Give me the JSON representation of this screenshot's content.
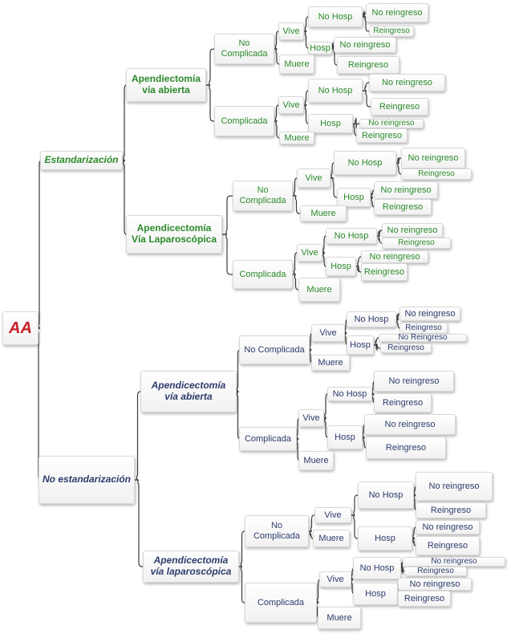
{
  "colors": {
    "green": "#2b8a2b",
    "navy": "#2e3b6b",
    "root": "#c8202a",
    "line": "#3a3a3a"
  },
  "tree": {
    "label": "AA",
    "children": [
      {
        "label": "Estandarización",
        "color": "green",
        "children": [
          {
            "label": "Apendiectomía\nvía abierta",
            "children": [
              {
                "label": "No\nComplicada",
                "children": [
                  {
                    "label": "Vive",
                    "children": [
                      {
                        "label": "No Hosp",
                        "children": [
                          {
                            "label": "No reingreso"
                          },
                          {
                            "label": "Reingreso"
                          }
                        ]
                      },
                      {
                        "label": "Hosp",
                        "children": [
                          {
                            "label": "No reingreso"
                          },
                          {
                            "label": "Reingreso"
                          }
                        ]
                      }
                    ]
                  },
                  {
                    "label": "Muere"
                  }
                ]
              },
              {
                "label": "Complicada",
                "children": [
                  {
                    "label": "Vive",
                    "children": [
                      {
                        "label": "No Hosp",
                        "children": [
                          {
                            "label": "No reingreso"
                          },
                          {
                            "label": "Reingreso"
                          }
                        ]
                      },
                      {
                        "label": "Hosp",
                        "children": [
                          {
                            "label": "No reingreso"
                          },
                          {
                            "label": "Reingreso"
                          }
                        ]
                      }
                    ]
                  },
                  {
                    "label": "Muere"
                  }
                ]
              }
            ]
          },
          {
            "label": "Apendicectomía\nVía Laparoscópica",
            "children": [
              {
                "label": "No\nComplicada",
                "children": [
                  {
                    "label": "Vive",
                    "children": [
                      {
                        "label": "No Hosp",
                        "children": [
                          {
                            "label": "No reingreso"
                          },
                          {
                            "label": "Reingreso"
                          }
                        ]
                      },
                      {
                        "label": "Hosp",
                        "children": [
                          {
                            "label": "No reingreso"
                          },
                          {
                            "label": "Reingreso"
                          }
                        ]
                      }
                    ]
                  },
                  {
                    "label": "Muere"
                  }
                ]
              },
              {
                "label": "Complicada",
                "children": [
                  {
                    "label": "Vive",
                    "children": [
                      {
                        "label": "No Hosp",
                        "children": [
                          {
                            "label": "No reingreso"
                          },
                          {
                            "label": "Reingreso"
                          }
                        ]
                      },
                      {
                        "label": "Hosp",
                        "children": [
                          {
                            "label": "No reingreso"
                          },
                          {
                            "label": "Reingreso"
                          }
                        ]
                      }
                    ]
                  },
                  {
                    "label": "Muere"
                  }
                ]
              }
            ]
          }
        ]
      },
      {
        "label": "No estandarización",
        "color": "navy",
        "children": [
          {
            "label": "Apendicectomía\nvía abierta",
            "children": [
              {
                "label": "No Complicada",
                "children": [
                  {
                    "label": "Vive",
                    "children": [
                      {
                        "label": "No Hosp",
                        "children": [
                          {
                            "label": "No reingreso"
                          },
                          {
                            "label": "Reingreso"
                          }
                        ]
                      },
                      {
                        "label": "Hosp",
                        "children": [
                          {
                            "label": "No Reingreso"
                          },
                          {
                            "label": "Reingreso"
                          }
                        ]
                      }
                    ]
                  },
                  {
                    "label": "Muere"
                  }
                ]
              },
              {
                "label": "Complicada",
                "children": [
                  {
                    "label": "Vive",
                    "children": [
                      {
                        "label": "No Hosp",
                        "children": [
                          {
                            "label": "No reingreso"
                          },
                          {
                            "label": "Reingreso"
                          }
                        ]
                      },
                      {
                        "label": "Hosp",
                        "children": [
                          {
                            "label": "No reingreso"
                          },
                          {
                            "label": "Reingreso"
                          }
                        ]
                      }
                    ]
                  },
                  {
                    "label": "Muere"
                  }
                ]
              }
            ]
          },
          {
            "label": "Apendicectomía\nvía laparoscópica",
            "children": [
              {
                "label": "No\nComplicada",
                "children": [
                  {
                    "label": "Vive",
                    "children": [
                      {
                        "label": "No Hosp",
                        "children": [
                          {
                            "label": "No reingreso"
                          },
                          {
                            "label": "Reingreso"
                          }
                        ]
                      },
                      {
                        "label": "Hosp",
                        "children": [
                          {
                            "label": "No reingreso"
                          },
                          {
                            "label": "Reingreso"
                          }
                        ]
                      }
                    ]
                  },
                  {
                    "label": "Muere"
                  }
                ]
              },
              {
                "label": "Complicada",
                "children": [
                  {
                    "label": "Vive",
                    "children": [
                      {
                        "label": "No Hosp",
                        "children": [
                          {
                            "label": "No reingreso"
                          },
                          {
                            "label": "Reingreso"
                          }
                        ]
                      },
                      {
                        "label": "Hosp",
                        "children": [
                          {
                            "label": "No reingreso"
                          },
                          {
                            "label": "Reingreso"
                          }
                        ]
                      }
                    ]
                  },
                  {
                    "label": "Muere"
                  }
                ]
              }
            ]
          }
        ]
      }
    ]
  }
}
